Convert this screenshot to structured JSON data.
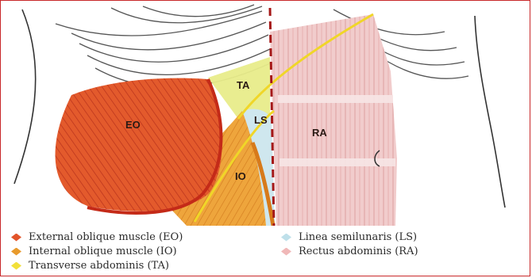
{
  "labels": {
    "ta": "TA",
    "eo": "EO",
    "ls": "LS",
    "ra": "RA",
    "io": "IO"
  },
  "legend": [
    {
      "label": "External oblique muscle (EO)",
      "color": "#e2542a"
    },
    {
      "label": "Internal oblique muscle (IO)",
      "color": "#e89a2c"
    },
    {
      "label": "Transverse abdominis (TA)",
      "color": "#f2e03a"
    },
    {
      "label": "Linea semilunaris (LS)",
      "color": "#bfe0ea"
    },
    {
      "label": "Rectus abdominis (RA)",
      "color": "#f0b8b8"
    }
  ],
  "colors": {
    "eo": "#e2542a",
    "io": "#eda43a",
    "ta": "#e9ec80",
    "ls": "#cfe7ee",
    "ra": "#eec2c2",
    "frame": "#c8282a"
  }
}
